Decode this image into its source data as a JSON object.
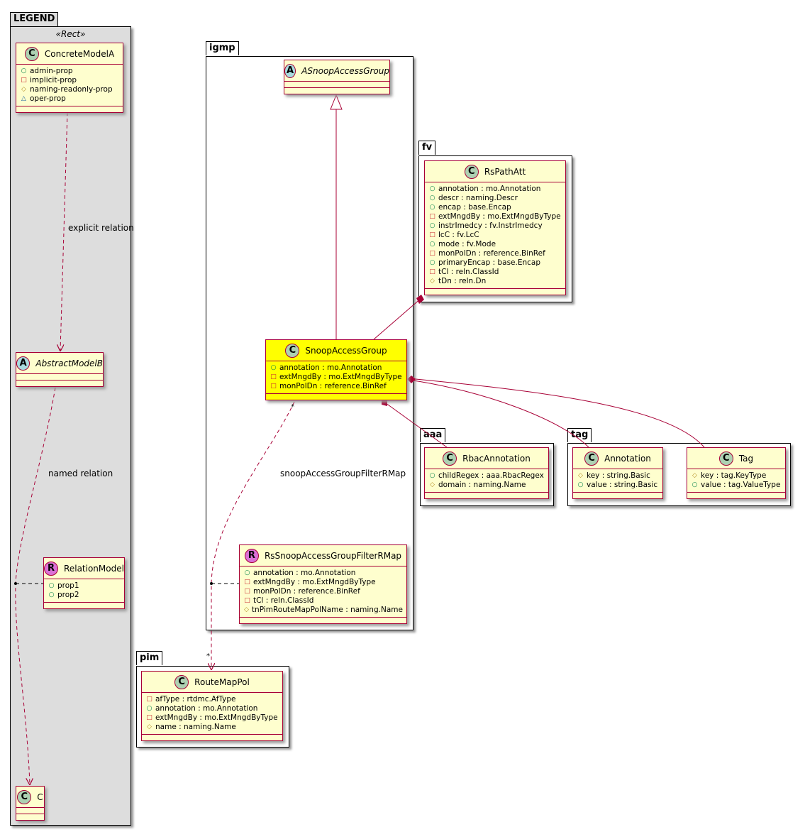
{
  "packages": {
    "legend": "LEGEND",
    "igmp": "igmp",
    "fv": "fv",
    "aaa": "aaa",
    "tag": "tag",
    "pim": "pim"
  },
  "legend_stereotype": "«Rect»",
  "visibility_icons": {
    "public": "○",
    "private": "□",
    "protected": "◇",
    "package": "△"
  },
  "colors": {
    "edge": "#A80036",
    "class_bg": "#FEFECE",
    "highlight_bg": "#FFFF00",
    "legend_bg": "#DDDDDD"
  },
  "classes": {
    "concreteModelA": {
      "name": "ConcreteModelA",
      "icon": "C",
      "attrs": [
        [
          "public",
          "admin-prop"
        ],
        [
          "private",
          "implicit-prop"
        ],
        [
          "protected",
          "naming-readonly-prop"
        ],
        [
          "package",
          "oper-prop"
        ]
      ]
    },
    "abstractModelB": {
      "name": "AbstractModelB",
      "icon": "A",
      "attrs": []
    },
    "relationModel": {
      "name": "RelationModel",
      "icon": "R",
      "attrs": [
        [
          "public",
          "prop1"
        ],
        [
          "public",
          "prop2"
        ]
      ]
    },
    "c": {
      "name": "C",
      "icon": "C",
      "attrs": []
    },
    "aSnoopAccessGroup": {
      "name": "ASnoopAccessGroup",
      "icon": "A",
      "attrs": []
    },
    "snoopAccessGroup": {
      "name": "SnoopAccessGroup",
      "icon": "C",
      "attrs": [
        [
          "public",
          "annotation : mo.Annotation"
        ],
        [
          "private",
          "extMngdBy : mo.ExtMngdByType"
        ],
        [
          "private",
          "monPolDn : reference.BinRef"
        ]
      ]
    },
    "rsSnoop": {
      "name": "RsSnoopAccessGroupFilterRMap",
      "icon": "R",
      "attrs": [
        [
          "public",
          "annotation : mo.Annotation"
        ],
        [
          "private",
          "extMngdBy : mo.ExtMngdByType"
        ],
        [
          "private",
          "monPolDn : reference.BinRef"
        ],
        [
          "private",
          "tCl : reln.ClassId"
        ],
        [
          "protected",
          "tnPimRouteMapPolName : naming.Name"
        ]
      ]
    },
    "rsPathAtt": {
      "name": "RsPathAtt",
      "icon": "C",
      "attrs": [
        [
          "public",
          "annotation : mo.Annotation"
        ],
        [
          "public",
          "descr : naming.Descr"
        ],
        [
          "public",
          "encap : base.Encap"
        ],
        [
          "private",
          "extMngdBy : mo.ExtMngdByType"
        ],
        [
          "public",
          "instrImedcy : fv.InstrImedcy"
        ],
        [
          "private",
          "lcC : fv.LcC"
        ],
        [
          "public",
          "mode : fv.Mode"
        ],
        [
          "private",
          "monPolDn : reference.BinRef"
        ],
        [
          "public",
          "primaryEncap : base.Encap"
        ],
        [
          "private",
          "tCl : reln.ClassId"
        ],
        [
          "protected",
          "tDn : reln.Dn"
        ]
      ]
    },
    "rbacAnnotation": {
      "name": "RbacAnnotation",
      "icon": "C",
      "attrs": [
        [
          "public",
          "childRegex : aaa.RbacRegex"
        ],
        [
          "protected",
          "domain : naming.Name"
        ]
      ]
    },
    "annotation": {
      "name": "Annotation",
      "icon": "C",
      "attrs": [
        [
          "protected",
          "key : string.Basic"
        ],
        [
          "public",
          "value : string.Basic"
        ]
      ]
    },
    "tag": {
      "name": "Tag",
      "icon": "C",
      "attrs": [
        [
          "protected",
          "key : tag.KeyType"
        ],
        [
          "public",
          "value : tag.ValueType"
        ]
      ]
    },
    "routeMapPol": {
      "name": "RouteMapPol",
      "icon": "C",
      "attrs": [
        [
          "private",
          "afType : rtdmc.AfType"
        ],
        [
          "public",
          "annotation : mo.Annotation"
        ],
        [
          "private",
          "extMngdBy : mo.ExtMngdByType"
        ],
        [
          "protected",
          "name : naming.Name"
        ]
      ]
    }
  },
  "edge_labels": {
    "explicit": "explicit relation",
    "named": "named relation",
    "filter": "snoopAccessGroupFilterRMap",
    "mult_src": "*",
    "mult_dst": "*"
  }
}
